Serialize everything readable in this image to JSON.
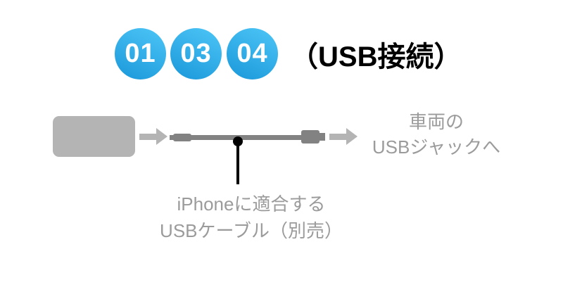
{
  "header": {
    "steps": [
      "01",
      "03",
      "04"
    ],
    "title": "（USB接続）"
  },
  "diagram": {
    "destination": {
      "line1": "車両の",
      "line2": "USBジャックへ"
    },
    "callout": {
      "line1": "iPhoneに適合する",
      "line2": "USBケーブル（別売）"
    }
  },
  "colors": {
    "accent_blue_light": "#47c0f3",
    "accent_blue_dark": "#1e9bdc",
    "gray_light": "#b4b4b4",
    "gray_mid": "#828282",
    "text_gray": "#9b9b9b",
    "ink": "#000000"
  }
}
